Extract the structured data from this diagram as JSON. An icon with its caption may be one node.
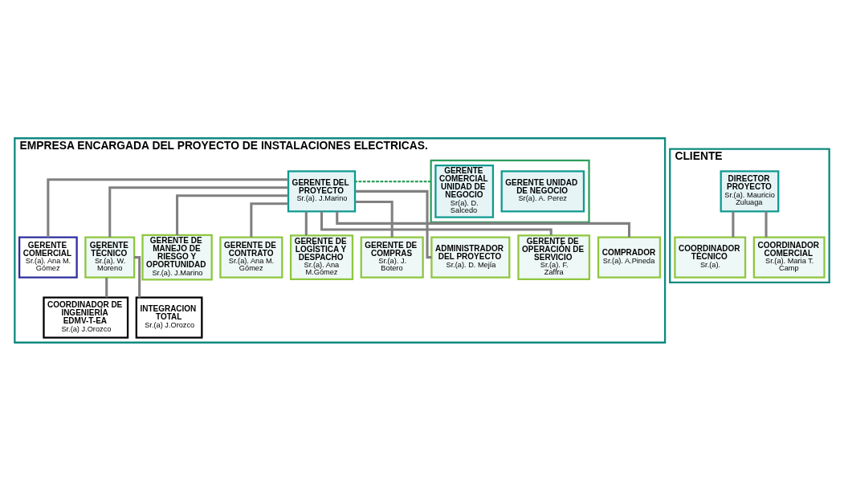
{
  "diagram": {
    "nodes": [
      {
        "text": [
          "EMPRESA ENCARGADA DEL PROYECTO DE INSTALACIONES ELECTRICAS."
        ]
      },
      {
        "text": [],
        "shape": "box",
        "in": 0
      },
      {
        "text": [
          "GERENTE UNIDAD DE NEGOCIO",
          "Sr(a). A. Perez"
        ],
        "in": 1
      },
      {
        "text": [
          "GERENTE COMERCIAL UNIDAD DE NEGOCIO",
          "Sr(a). D. Salcedo"
        ],
        "in": 1
      },
      {
        "text": [
          "GERENTE DEL PROYECTO",
          "Sr.(a). J.Marino"
        ],
        "in": 0
      },
      {
        "text": [
          "GERENTE COMERCIAL",
          "Sr.(a). Ana M. Gómez"
        ],
        "in": 0
      },
      {
        "text": [
          "GERENTE TÉCNICO",
          "Sr.(a). W. Moreno"
        ],
        "in": 0
      },
      {
        "text": [
          "GERENTE DE MANEJO DE RIESGO Y OPORTUNIDAD",
          "Sr.(a). J.Marino"
        ],
        "in": 0
      },
      {
        "text": [
          "GERENTE DE CONTRATO",
          "Sr.(a). Ana M. Gómez"
        ],
        "in": 0
      },
      {
        "text": [
          "GERENTE DE LOGÍSTICA Y DESPACHO",
          "Sr.(a). Ana M.Gómez"
        ],
        "in": 0
      },
      {
        "text": [
          "GERENTE DE COMPRAS",
          "Sr.(a). J. Botero"
        ],
        "in": 0
      },
      {
        "text": [
          "ADMINISTRADOR DEL PROYECTO",
          "Sr.(a). D. Mejía"
        ],
        "in": 0
      },
      {
        "text": [
          "GERENTE DE OPERACIÓN DE SERVICIO",
          "Sr.(a). F. Zaffra"
        ],
        "in": 0
      },
      {
        "text": [
          "COMPRADOR",
          "Sr.(a). A.Pineda"
        ],
        "in": 0
      },
      {
        "text": [
          "COORDINADOR DE INGENIERÍA EDMV-T-EA",
          "Sr.(a) J.Orozco"
        ],
        "in": 0
      },
      {
        "text": [
          "INTEGRACION TOTAL",
          "Sr.(a) J.Orozco"
        ],
        "in": 0
      },
      {
        "text": [
          "CLIENTE"
        ]
      },
      {
        "text": [
          "DIRECTOR PROYECTO",
          "Sr.(a). Mauricio Zuluaga"
        ],
        "in": 16
      },
      {
        "text": [
          "COORDINADOR TÉCNICO",
          "Sr.(a)."
        ],
        "in": 16
      },
      {
        "text": [
          "COORDINADOR COMERCIAL",
          "Sr.(a). Maria T. Camp"
        ],
        "in": 16
      }
    ],
    "edges": [
      {
        "from": 1,
        "to": 4,
        "arrow": "none",
        "style": "dashed",
        "color": "#2e9e5e"
      },
      {
        "from": 4,
        "to": 5,
        "arrow": "none"
      },
      {
        "from": 4,
        "to": 6,
        "arrow": "none"
      },
      {
        "from": 4,
        "to": 7,
        "arrow": "none"
      },
      {
        "from": 4,
        "to": 8,
        "arrow": "none"
      },
      {
        "from": 4,
        "to": 9,
        "arrow": "none"
      },
      {
        "from": 4,
        "to": 10,
        "arrow": "none"
      },
      {
        "from": 4,
        "to": 11,
        "arrow": "none"
      },
      {
        "from": 4,
        "to": 12,
        "arrow": "none"
      },
      {
        "from": 4,
        "to": 13,
        "arrow": "none"
      },
      {
        "from": 6,
        "to": 14,
        "arrow": "none"
      },
      {
        "from": 6,
        "to": 15,
        "arrow": "none"
      },
      {
        "from": 17,
        "to": 18,
        "arrow": "none"
      },
      {
        "from": 17,
        "to": 19,
        "arrow": "none"
      }
    ]
  }
}
